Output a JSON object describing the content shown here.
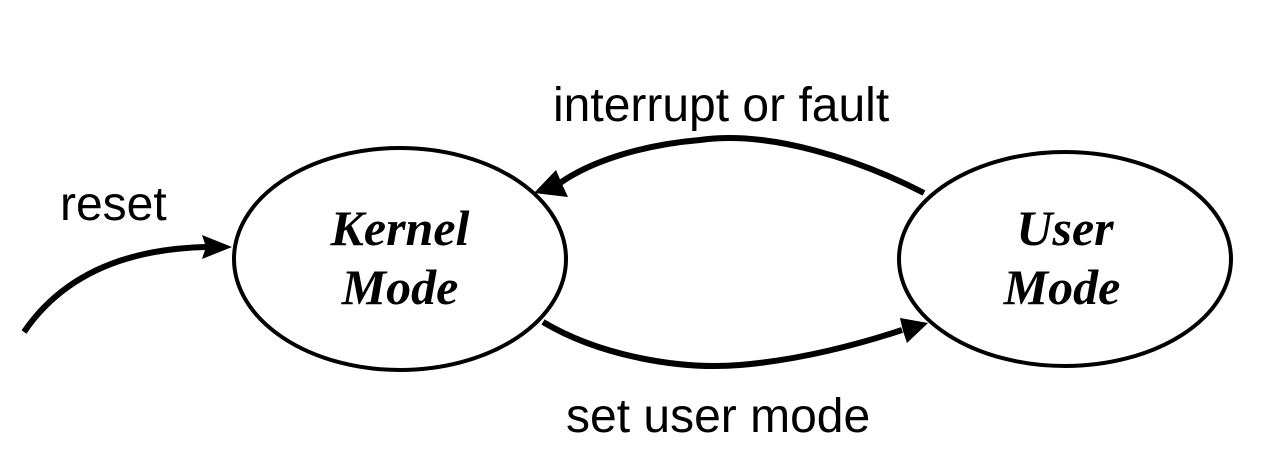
{
  "states": {
    "kernel": {
      "line1": "Kernel",
      "line2": "Mode"
    },
    "user": {
      "line1": "User",
      "line2": "Mode"
    }
  },
  "transitions": {
    "reset": "reset",
    "interrupt": "interrupt or fault",
    "set_user_mode": "set user mode"
  }
}
